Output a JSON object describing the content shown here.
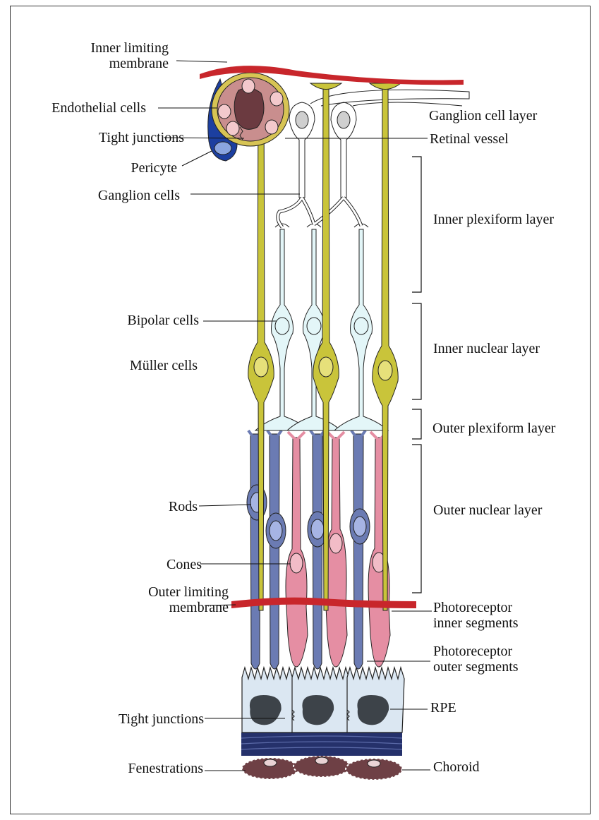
{
  "labels": {
    "inner_limiting_membrane": [
      "Inner limiting",
      "membrane"
    ],
    "endothelial_cells": "Endothelial cells",
    "tight_junctions_top": "Tight junctions",
    "pericyte": "Pericyte",
    "ganglion_cells": "Ganglion cells",
    "bipolar_cells": "Bipolar cells",
    "muller_cells": "Müller cells",
    "rods": "Rods",
    "cones": "Cones",
    "outer_limiting_membrane": [
      "Outer limiting",
      "membrane"
    ],
    "tight_junctions_bottom": "Tight junctions",
    "fenestrations": "Fenestrations",
    "ganglion_cell_layer": "Ganglion cell layer",
    "retinal_vessel": "Retinal vessel",
    "inner_plexiform_layer": "Inner plexiform layer",
    "inner_nuclear_layer": "Inner nuclear layer",
    "outer_plexiform_layer": "Outer plexiform layer",
    "outer_nuclear_layer": "Outer nuclear layer",
    "photoreceptor_inner_segments": [
      "Photoreceptor",
      "inner segments"
    ],
    "photoreceptor_outer_segments": [
      "Photoreceptor",
      "outer segments"
    ],
    "rpe": "RPE",
    "choroid": "Choroid"
  },
  "colors": {
    "membrane": "#c8262b",
    "muller": "#c9c43a",
    "muller_nucleus": "#e6e07a",
    "bipolar": "#e3f6f8",
    "rod": "#6b7bb3",
    "rod_nucleus": "#a6b4e4",
    "cone": "#e58ea3",
    "cone_nucleus": "#f2bcc7",
    "rpe": "#dbe7f2",
    "rpe_nucleus": "#3d4349",
    "bruch": "#25316b",
    "choroid": "#6e4045",
    "vessel_wall": "#c98e8e",
    "pericyte": "#1c3fa0",
    "ganglion_nucleus": "#cfcfcf"
  }
}
